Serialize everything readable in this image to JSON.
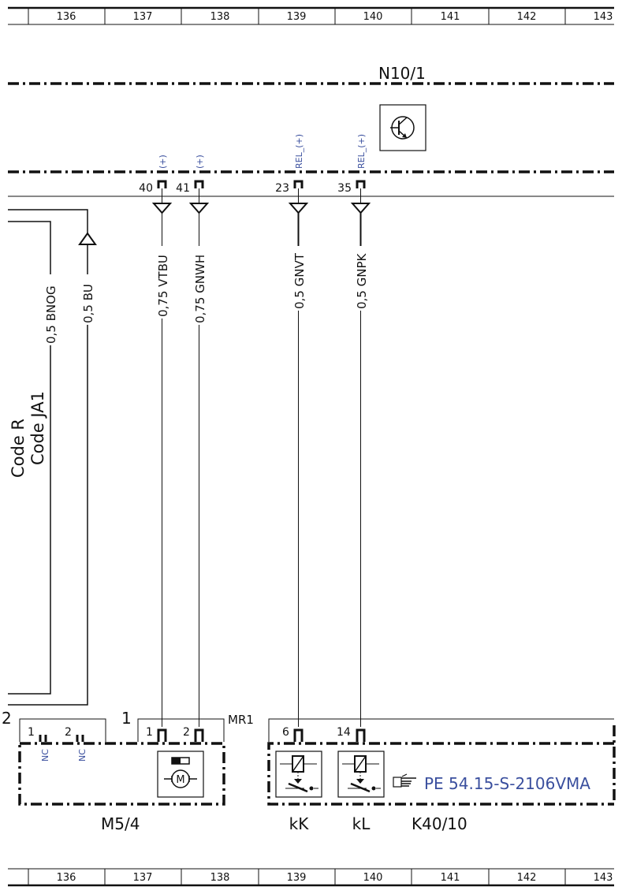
{
  "grid": {
    "top": [
      "136",
      "137",
      "138",
      "139",
      "140",
      "141",
      "142",
      "143"
    ],
    "bottom": [
      "136",
      "137",
      "138",
      "139",
      "140",
      "141",
      "142",
      "143"
    ]
  },
  "modules": {
    "n10": "N10/1",
    "m5": "M5/4",
    "k40": "K40/10",
    "mr1": "MR1",
    "kk": "kK",
    "kl": "kL"
  },
  "pins_top": [
    {
      "num": "40",
      "tag": "(+)"
    },
    {
      "num": "41",
      "tag": "(+)"
    },
    {
      "num": "23",
      "tag": "REL_(+)"
    },
    {
      "num": "35",
      "tag": "REL_(+)"
    }
  ],
  "wires": [
    {
      "label": "0,5 BNOG"
    },
    {
      "label": "0,5 BU"
    },
    {
      "label": "0,75 VTBU"
    },
    {
      "label": "0,75 GNWH"
    },
    {
      "label": "0,5 GNVT"
    },
    {
      "label": "0,5 GNPK"
    }
  ],
  "codes": [
    "Code R",
    "Code JA1"
  ],
  "connector_m": {
    "left_num": "2",
    "right_num": "1",
    "pins": [
      {
        "num": "1",
        "tag": "NC"
      },
      {
        "num": "2",
        "tag": "NC"
      },
      {
        "num": "1",
        "tag": ""
      },
      {
        "num": "2",
        "tag": ""
      }
    ]
  },
  "connector_k": {
    "pins": [
      {
        "num": "6"
      },
      {
        "num": "14"
      }
    ]
  },
  "reference": {
    "icon": "pointing-hand-icon",
    "text": "PE 54.15-S-2106VMA"
  },
  "icons": [
    "transistor-icon",
    "motor-icon",
    "relay-icon",
    "relay-icon"
  ],
  "colors": {
    "reference_blue": "#3a4f9e",
    "line": "#111111"
  }
}
